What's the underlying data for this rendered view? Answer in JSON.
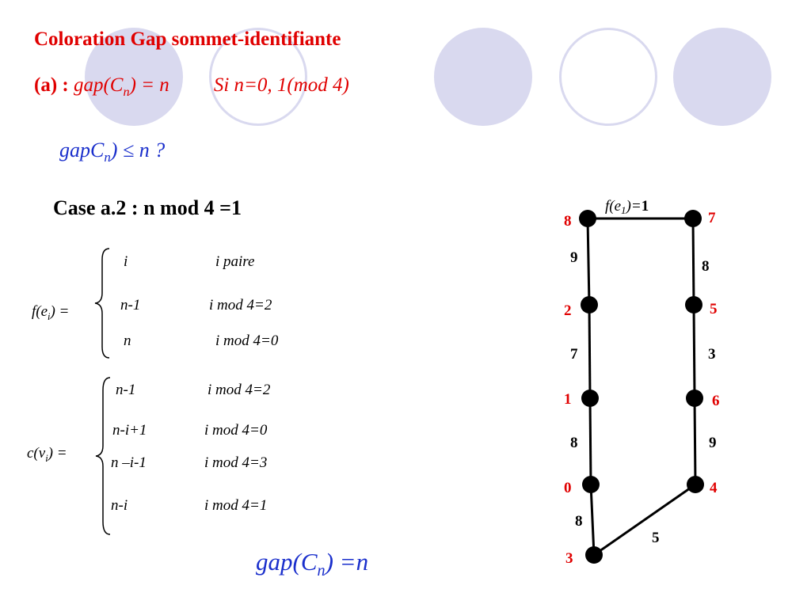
{
  "title": "Coloration Gap sommet-identifiante",
  "line_a": {
    "prefix": "(a) : ",
    "expr": "gap(C",
    "sub": "n",
    "expr_end": ") = n",
    "condition": "Si n=0, 1(mod 4)"
  },
  "question": {
    "main": "gapC",
    "sub": "n",
    "end": ") ≤ n ?"
  },
  "case_title": "Case a.2 : n mod 4 =1",
  "f_def": {
    "lhs_main": "f(e",
    "lhs_sub": "i",
    "lhs_end": ") =",
    "rows": [
      {
        "value": "i",
        "cond": "i paire"
      },
      {
        "value": "n-1",
        "cond": "i mod 4=2"
      },
      {
        "value": "n",
        "cond": "i mod 4=0"
      }
    ]
  },
  "c_def": {
    "lhs_main": "c(v",
    "lhs_sub": "i",
    "lhs_end": ") =",
    "rows": [
      {
        "value": "n-1",
        "cond": "i mod 4=2"
      },
      {
        "value": "n-i+1",
        "cond": "i mod 4=0"
      },
      {
        "value": "n –i-1",
        "cond": "i mod 4=3"
      },
      {
        "value": "n-i",
        "cond": "i mod 4=1"
      }
    ]
  },
  "result": {
    "main": "gap(C",
    "sub": "n",
    "end": ") =n"
  },
  "graph": {
    "top_edge": {
      "main": "f(e",
      "sub": "1",
      "end": ")=",
      "value": "1"
    },
    "vertex_labels": [
      "8",
      "7",
      "2",
      "5",
      "1",
      "6",
      "0",
      "4",
      "3"
    ],
    "edge_labels": [
      "9",
      "8",
      "7",
      "3",
      "8",
      "9",
      "8",
      "5"
    ],
    "colors": {
      "vertex_label": "#e00000",
      "node": "#000000"
    }
  },
  "colors": {
    "red": "#e00000",
    "blue": "#1a2fcc",
    "decor": "#d9d9ef"
  }
}
